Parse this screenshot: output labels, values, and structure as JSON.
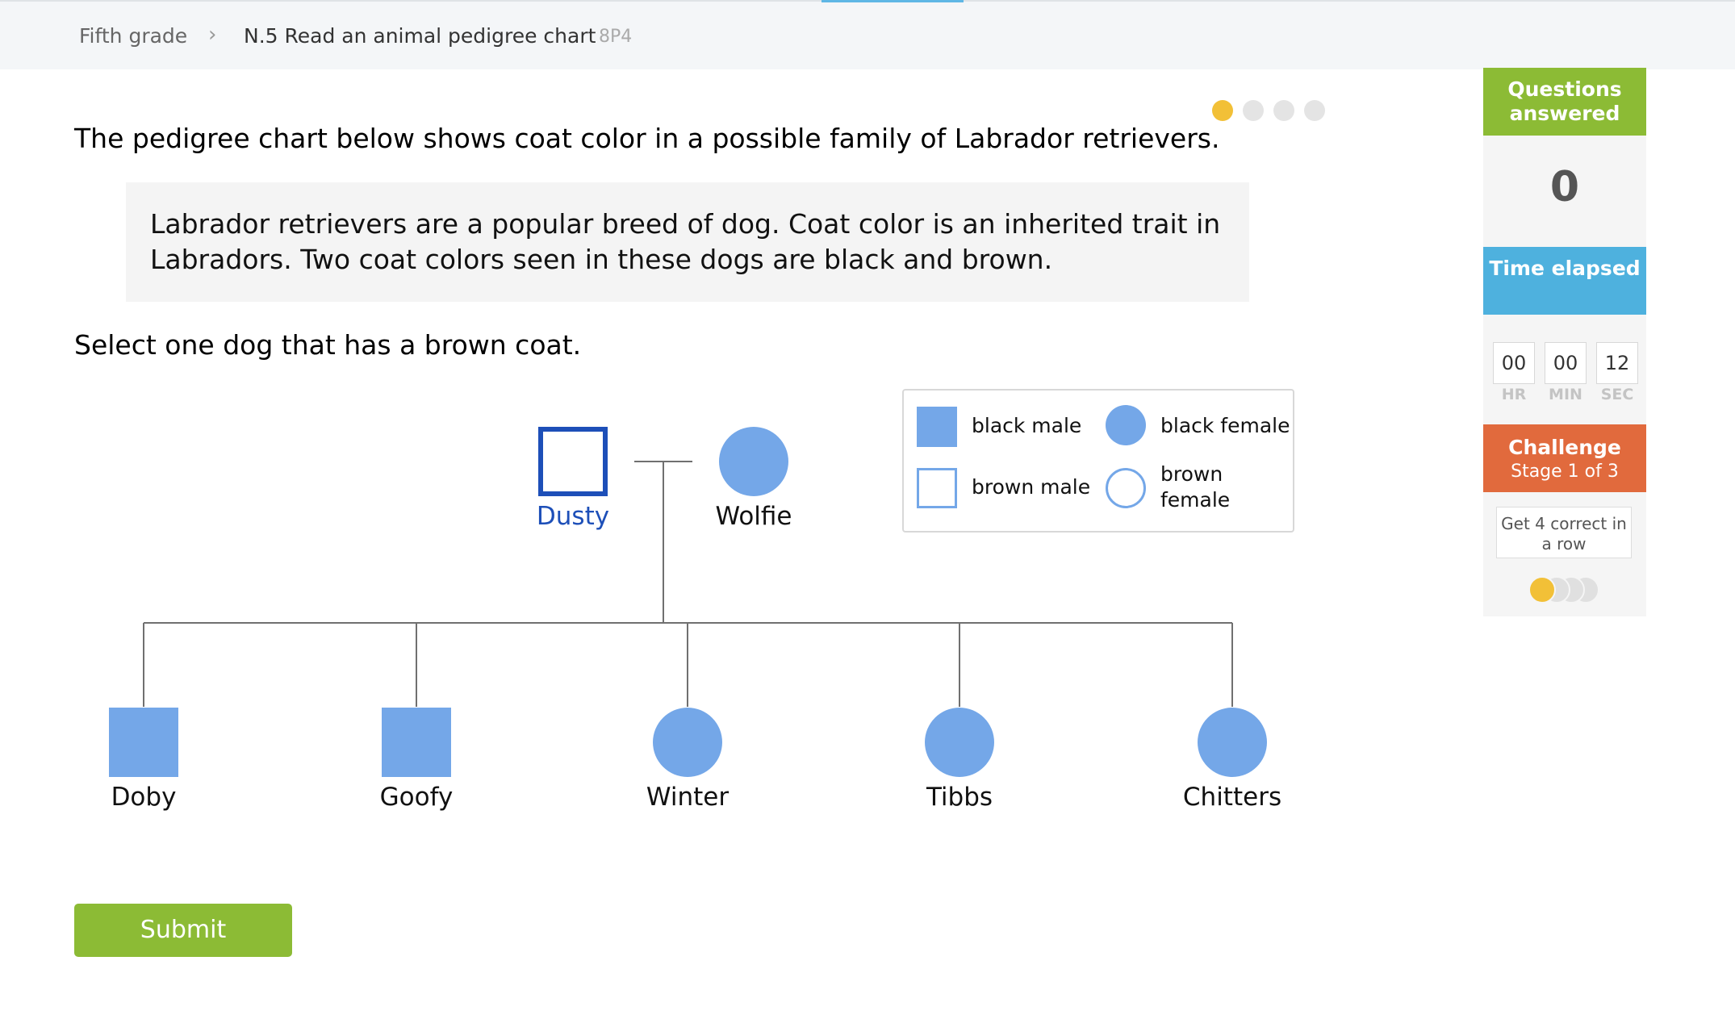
{
  "breadcrumb": {
    "grade": "Fifth grade",
    "skill": "N.5 Read an animal pedigree chart",
    "code": "8P4"
  },
  "progress": {
    "current": 1,
    "total": 4,
    "active_color": "#f2c037",
    "inactive_color": "#e4e4e4"
  },
  "question": {
    "intro": "The pedigree chart below shows coat color in a possible family of Labrador retrievers.",
    "info": "Labrador retrievers are a popular breed of dog. Coat color is an inherited trait in Labradors. Two coat colors seen in these dogs are black and brown.",
    "prompt": "Select one dog that has a brown coat."
  },
  "legend": {
    "black_male": "black male",
    "black_female": "black female",
    "brown_male": "brown male",
    "brown_female": "brown female"
  },
  "pedigree": {
    "parents": [
      {
        "name": "Dusty",
        "sex": "male",
        "coat": "brown",
        "selected": true
      },
      {
        "name": "Wolfie",
        "sex": "female",
        "coat": "black",
        "selected": false
      }
    ],
    "children": [
      {
        "name": "Doby",
        "sex": "male",
        "coat": "black"
      },
      {
        "name": "Goofy",
        "sex": "male",
        "coat": "black"
      },
      {
        "name": "Winter",
        "sex": "female",
        "coat": "black"
      },
      {
        "name": "Tibbs",
        "sex": "female",
        "coat": "black"
      },
      {
        "name": "Chitters",
        "sex": "female",
        "coat": "black"
      }
    ]
  },
  "colors": {
    "fill": "#74a7e8",
    "selected": "#1d4fb8",
    "line": "#707070"
  },
  "sidebar": {
    "questions_answered_label": "Questions answered",
    "questions_answered": "0",
    "time_elapsed_label": "Time elapsed",
    "time": {
      "hr": "00",
      "min": "00",
      "sec": "12"
    },
    "time_units": {
      "hr": "HR",
      "min": "MIN",
      "sec": "SEC"
    },
    "challenge_label": "Challenge",
    "challenge_stage": "Stage 1 of 3",
    "goal": "Get 4 correct in a row",
    "streak": {
      "filled": 1,
      "total": 4
    }
  },
  "submit_label": "Submit"
}
